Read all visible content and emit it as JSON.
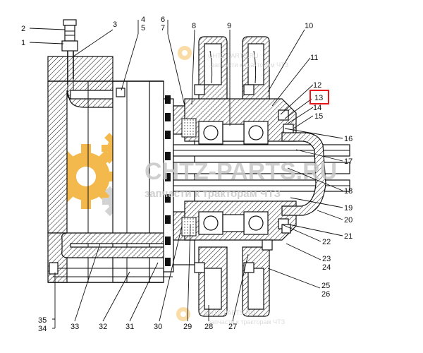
{
  "watermark": {
    "title": "CHTZ-PARTS.RU",
    "subtitle": "запчасти к тракторам ЧТЗ",
    "small_subtitle": "запчасти к тракторам ЧТЗ"
  },
  "highlight": {
    "color": "#e8151b",
    "label": "13"
  },
  "colors": {
    "gear_orange": "#f3b23a",
    "gear_grey": "#cfcfcf",
    "line": "#111111"
  },
  "callouts": [
    {
      "id": "1",
      "label": "1"
    },
    {
      "id": "2",
      "label": "2"
    },
    {
      "id": "3",
      "label": "3"
    },
    {
      "id": "4",
      "label": "4"
    },
    {
      "id": "5",
      "label": "5"
    },
    {
      "id": "6",
      "label": "6"
    },
    {
      "id": "7",
      "label": "7"
    },
    {
      "id": "8",
      "label": "8"
    },
    {
      "id": "9",
      "label": "9"
    },
    {
      "id": "10",
      "label": "10"
    },
    {
      "id": "11",
      "label": "11"
    },
    {
      "id": "12",
      "label": "12"
    },
    {
      "id": "14",
      "label": "14"
    },
    {
      "id": "15",
      "label": "15"
    },
    {
      "id": "16",
      "label": "16"
    },
    {
      "id": "17",
      "label": "17"
    },
    {
      "id": "18",
      "label": "18"
    },
    {
      "id": "19",
      "label": "19"
    },
    {
      "id": "20",
      "label": "20"
    },
    {
      "id": "21",
      "label": "21"
    },
    {
      "id": "22",
      "label": "22"
    },
    {
      "id": "23",
      "label": "23"
    },
    {
      "id": "24",
      "label": "24"
    },
    {
      "id": "25",
      "label": "25"
    },
    {
      "id": "26",
      "label": "26"
    },
    {
      "id": "27",
      "label": "27"
    },
    {
      "id": "28",
      "label": "28"
    },
    {
      "id": "29",
      "label": "29"
    },
    {
      "id": "30",
      "label": "30"
    },
    {
      "id": "31",
      "label": "31"
    },
    {
      "id": "32",
      "label": "32"
    },
    {
      "id": "33",
      "label": "33"
    },
    {
      "id": "34",
      "label": "34"
    },
    {
      "id": "35",
      "label": "35"
    }
  ]
}
